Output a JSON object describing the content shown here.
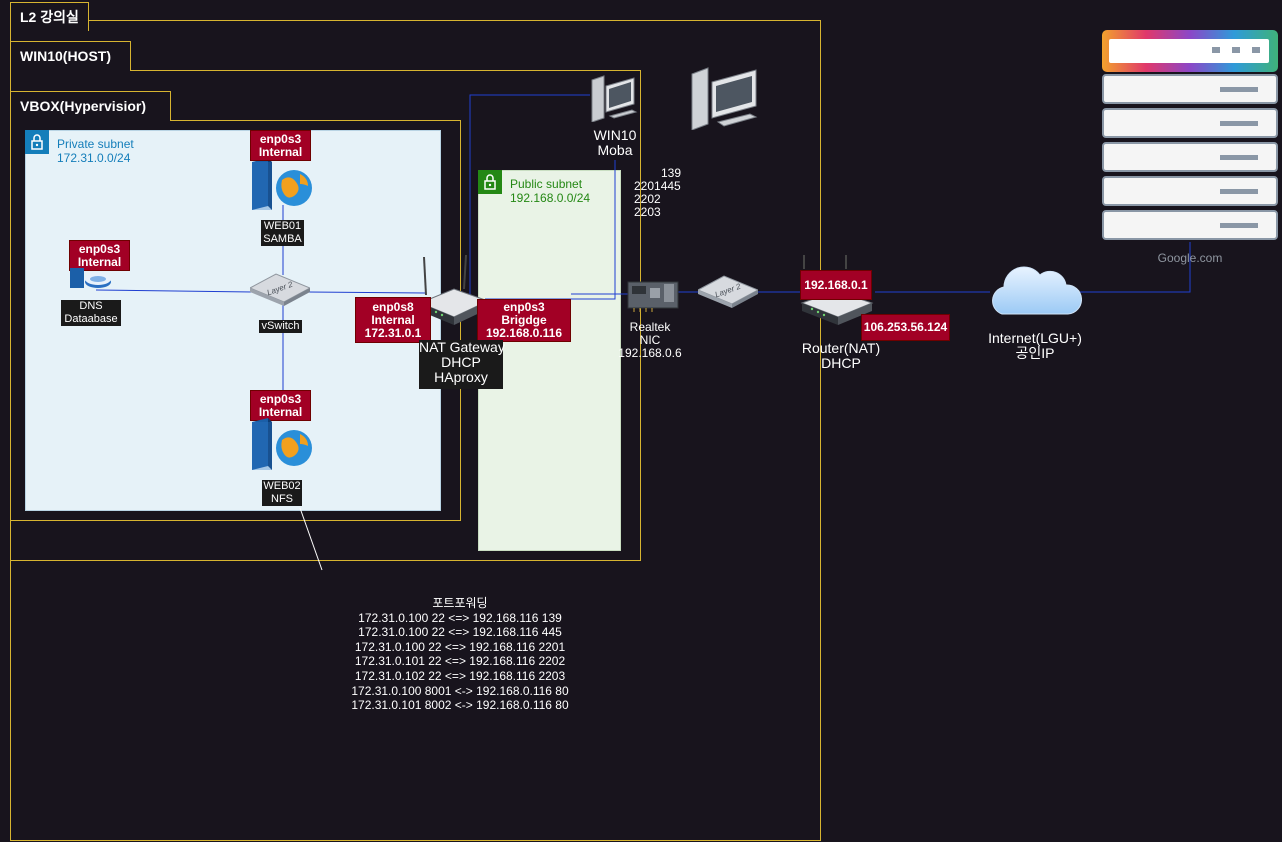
{
  "frames": {
    "classroom": "L2 강의실",
    "host": "WIN10(HOST)",
    "hypervisor": "VBOX(Hypervisior)"
  },
  "subnets": {
    "private": {
      "name": "Private subnet",
      "cidr": "172.31.0.0/24"
    },
    "public": {
      "name": "Public subnet",
      "cidr": "192.168.0.0/24"
    }
  },
  "tags": {
    "web01": [
      "enp0s3",
      "Internal"
    ],
    "dns": [
      "enp0s3",
      "Internal"
    ],
    "web02": [
      "enp0s3",
      "Internal"
    ],
    "nat_internal": [
      "enp0s8",
      "Internal",
      "172.31.0.1"
    ],
    "nat_bridge": [
      "enp0s3",
      "Brigdge",
      "192.168.0.116"
    ],
    "router_lan": "192.168.0.1",
    "router_wan": "106.253.56.124"
  },
  "nodes": {
    "web01": [
      "WEB01",
      "SAMBA"
    ],
    "dns": [
      "DNS",
      "Dataabase"
    ],
    "vswitch": "vSwitch",
    "web02": [
      "WEB02",
      "NFS"
    ],
    "nat": [
      "NAT Gateway",
      "DHCP",
      "HAproxy"
    ],
    "win10": [
      "WIN10",
      "Moba"
    ],
    "ports": [
      "139",
      "2201445",
      "2202",
      "2203"
    ],
    "nic": [
      "Realtek",
      "NIC",
      "192.168.0.6"
    ],
    "router": [
      "Router(NAT)",
      "DHCP"
    ],
    "internet": [
      "Internet(LGU+)",
      "공인IP"
    ],
    "google": "Google.com",
    "switch_icon_label": "Layer 2"
  },
  "port_forwarding": {
    "title": "포트포워딩",
    "rules": [
      "172.31.0.100 22 <=> 192.168.116 139",
      "172.31.0.100 22 <=> 192.168.116 445",
      "172.31.0.100 22 <=> 192.168.116 2201",
      "172.31.0.101 22 <=> 192.168.116 2202",
      "172.31.0.102 22 <=> 192.168.116 2203",
      "172.31.0.100 8001 <-> 192.168.0.116 80",
      "172.31.0.101 8002 <-> 192.168.0.116 80"
    ]
  },
  "colors": {
    "frame": "#d6b430",
    "tag": "#a20025",
    "private_subnet": "#e6f2f8",
    "public_subnet": "#e9f3e6",
    "link": "#1f3fd1"
  }
}
